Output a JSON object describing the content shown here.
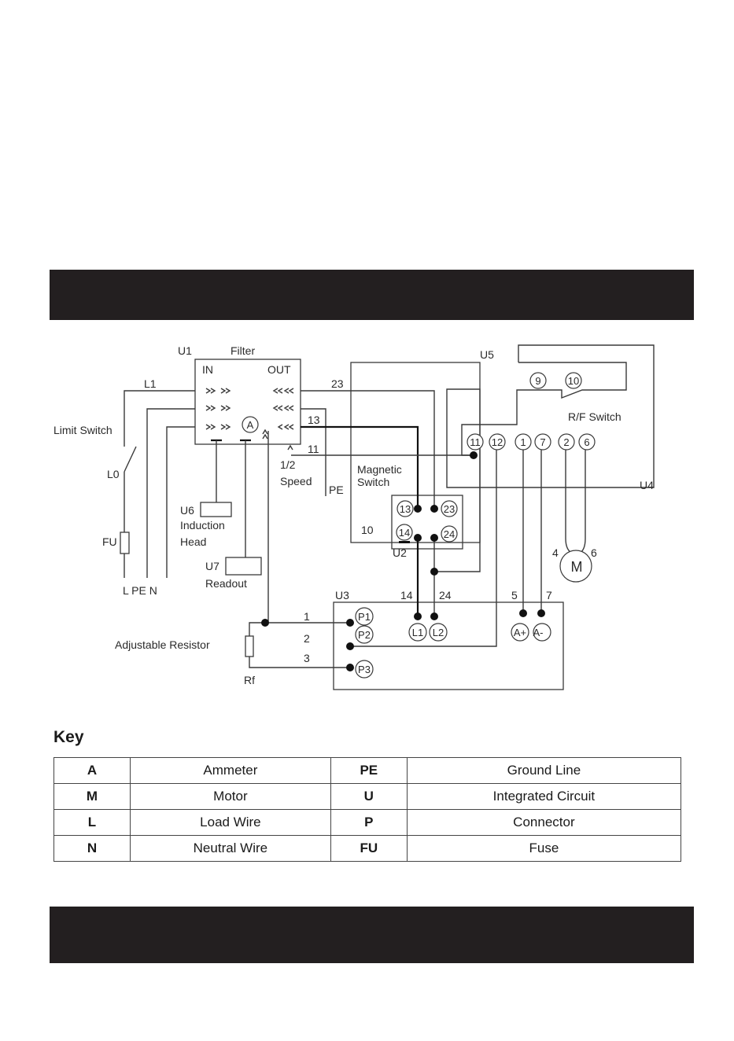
{
  "labels": {
    "u1": "U1",
    "filter": "Filter",
    "in": "IN",
    "out": "OUT",
    "l1": "L1",
    "limit_switch": "Limit Switch",
    "l0": "L0",
    "fu": "FU",
    "lpen": "L PE N",
    "u6": "U6",
    "induction": "Induction",
    "head": "Head",
    "u7": "U7",
    "readout": "Readout",
    "half": "1/2",
    "speed": "Speed",
    "pe": "PE",
    "w23": "23",
    "w13": "13",
    "w11": "11",
    "w10": "10",
    "magnetic": "Magnetic",
    "switch": "Switch",
    "u2": "U2",
    "u5": "U5",
    "rf_switch": "R/F Switch",
    "u4": "U4",
    "m4": "4",
    "m6": "6",
    "u3": "U3",
    "adj_resistor": "Adjustable Resistor",
    "rf": "Rf",
    "w1": "1",
    "w2": "2",
    "w3": "3",
    "w14": "14",
    "w24": "24",
    "w5": "5",
    "w7": "7",
    "ammeter_symbol": "A",
    "motor_symbol": "M"
  },
  "terminals": {
    "mag_13": "13",
    "mag_23": "23",
    "mag_14": "14",
    "mag_24": "24",
    "rf_9": "9",
    "rf_10": "10",
    "u4_11": "11",
    "u4_12": "12",
    "u4_1": "1",
    "u4_7": "7",
    "u4_2": "2",
    "u4_6": "6",
    "p1": "P1",
    "p2": "P2",
    "p3": "P3",
    "l1": "L1",
    "l2": "L2",
    "a_plus": "A+",
    "a_minus": "A-"
  },
  "key": {
    "title": "Key",
    "rows": [
      {
        "k1": "A",
        "v1": "Ammeter",
        "k2": "PE",
        "v2": "Ground Line"
      },
      {
        "k1": "M",
        "v1": "Motor",
        "k2": "U",
        "v2": "Integrated Circuit"
      },
      {
        "k1": "L",
        "v1": "Load Wire",
        "k2": "P",
        "v2": "Connector"
      },
      {
        "k1": "N",
        "v1": "Neutral Wire",
        "k2": "FU",
        "v2": "Fuse"
      }
    ]
  },
  "colors": {
    "header_bar": "#231f20",
    "line": "#3a3a3a"
  }
}
